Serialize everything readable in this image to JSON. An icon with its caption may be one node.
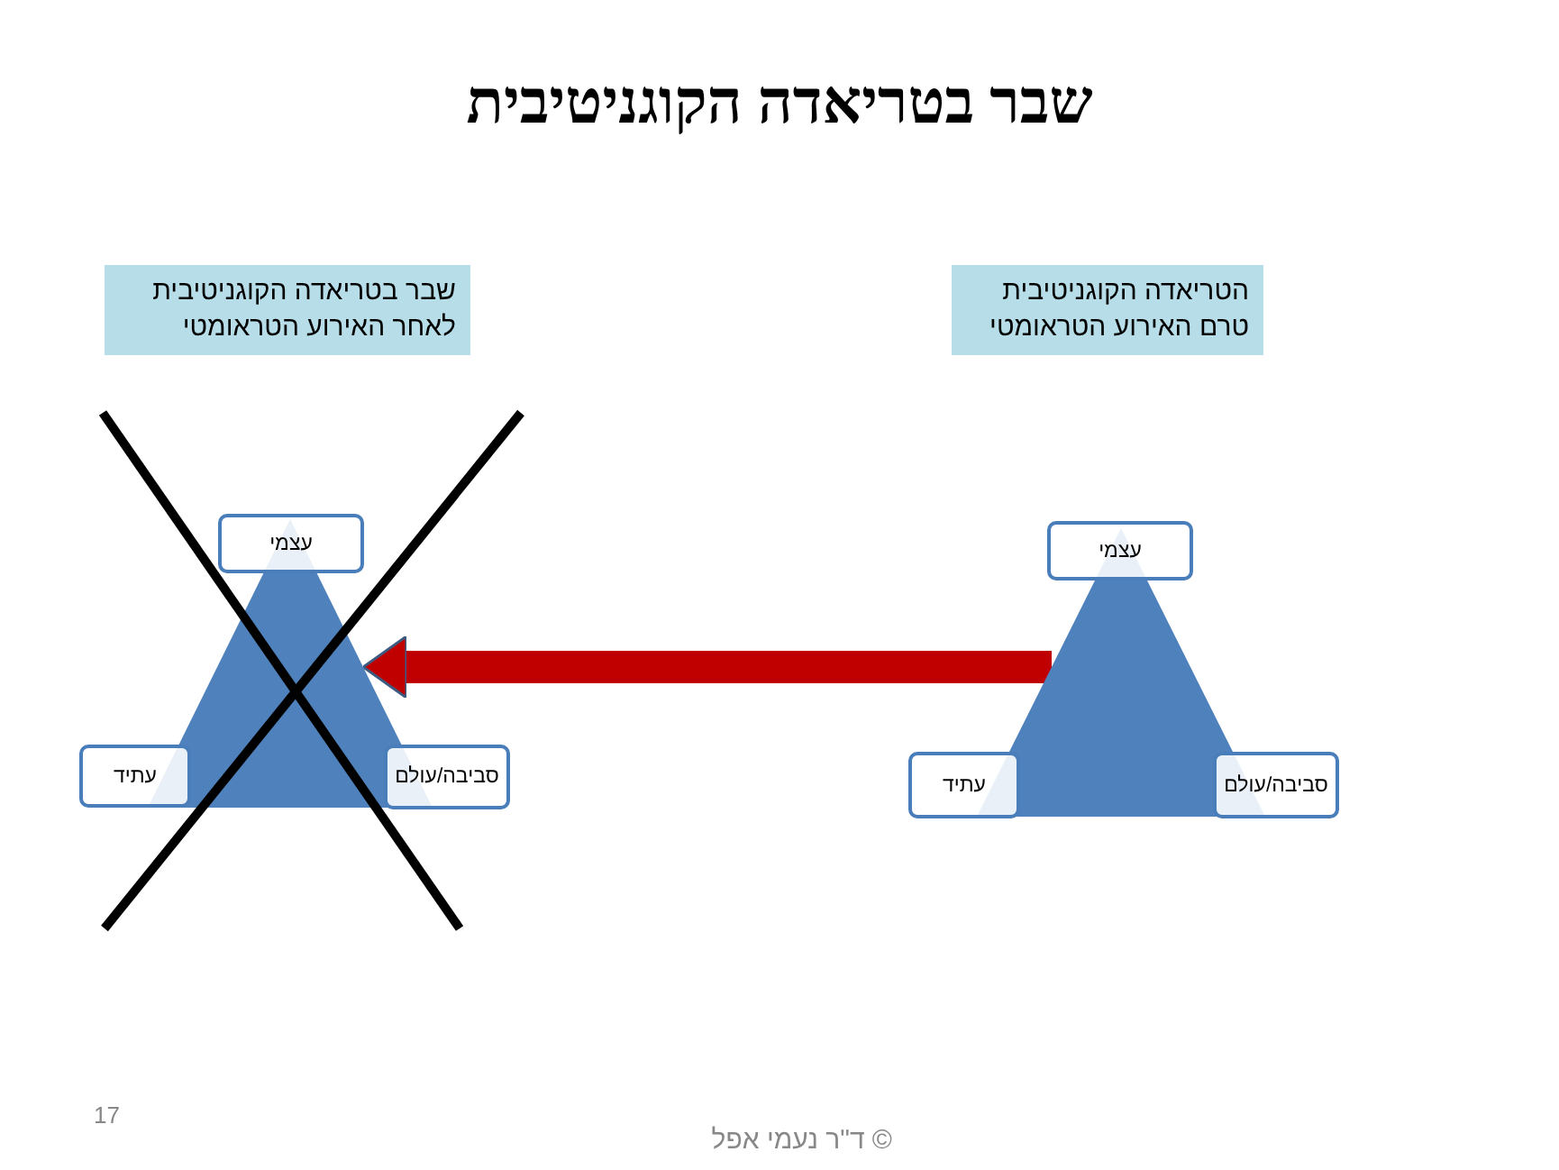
{
  "diagram": {
    "title": "שבר בטריאדה הקוגניטיבית",
    "nodes": [
      {
        "text": [
          "הטריאדה הקוגניטיבית טרם האירוע הטראומטי"
        ]
      },
      {
        "text": [
          "שבר בטריאדה הקוגניטיבית לאחר האירוע הטראומטי"
        ]
      },
      {
        "text": [],
        "shape": "triangle"
      },
      {
        "text": [
          "עצמי"
        ]
      },
      {
        "text": [
          "סביבה/עולם"
        ]
      },
      {
        "text": [
          "עתיד"
        ]
      },
      {
        "text": [],
        "shape": "triangle"
      },
      {
        "text": [
          "עצמי"
        ]
      },
      {
        "text": [
          "סביבה/עולם"
        ]
      },
      {
        "text": [
          "עתיד"
        ]
      }
    ],
    "edges": [
      {
        "from": 2,
        "to": 6,
        "arrow": "to"
      }
    ],
    "labels": [
      "17",
      "© ד\"ר נעמי אפל"
    ]
  }
}
